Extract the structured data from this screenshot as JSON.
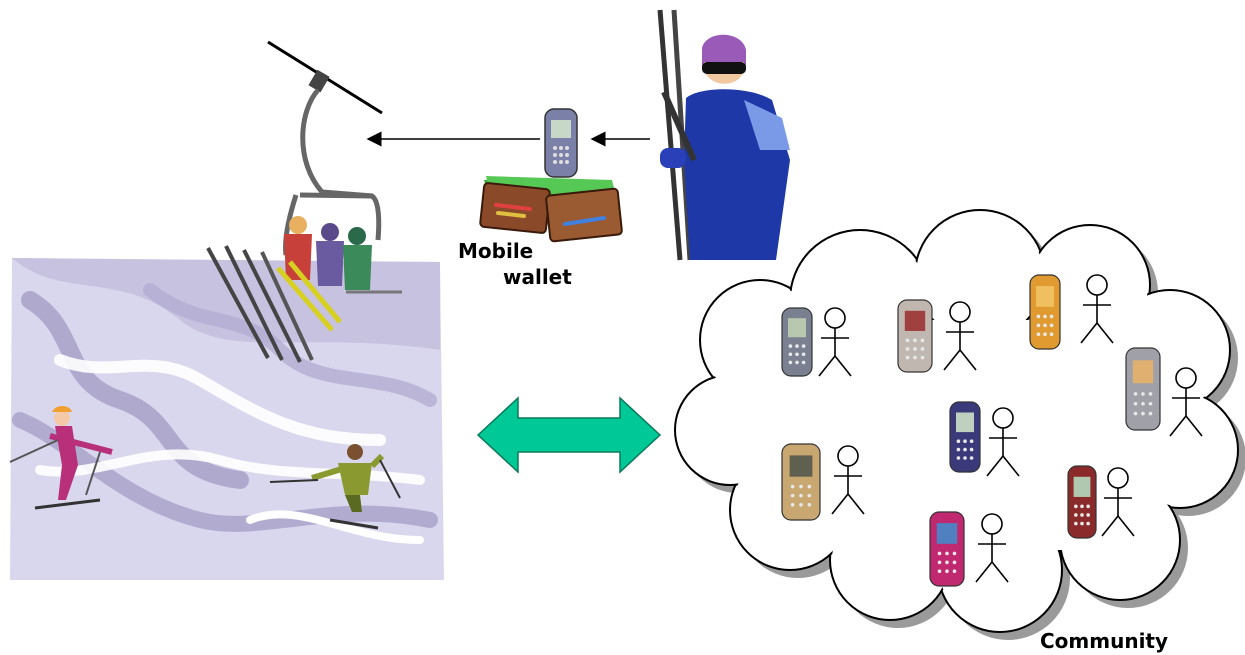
{
  "labels": {
    "mobile": "Mobile",
    "wallet": "wallet",
    "community": "Community"
  },
  "colors": {
    "double_arrow": "#00c896",
    "cloud_shadow": "#9a9a9a",
    "slope_bg": "#d8d6ee",
    "slope_shadow": "#a9a3c9"
  },
  "community_members": [
    {
      "phone": "blue-grey-phone-icon",
      "person": "stick-figure-icon"
    },
    {
      "phone": "silver-red-phone-icon",
      "person": "stick-figure-icon"
    },
    {
      "phone": "orange-phone-icon",
      "person": "stick-figure-icon"
    },
    {
      "phone": "silver-orange-phone-icon",
      "person": "stick-figure-icon"
    },
    {
      "phone": "navy-phone-icon",
      "person": "stick-figure-icon"
    },
    {
      "phone": "gold-phone-icon",
      "person": "stick-figure-icon"
    },
    {
      "phone": "dark-red-phone-icon",
      "person": "stick-figure-icon"
    },
    {
      "phone": "pink-phone-icon",
      "person": "stick-figure-icon"
    }
  ]
}
